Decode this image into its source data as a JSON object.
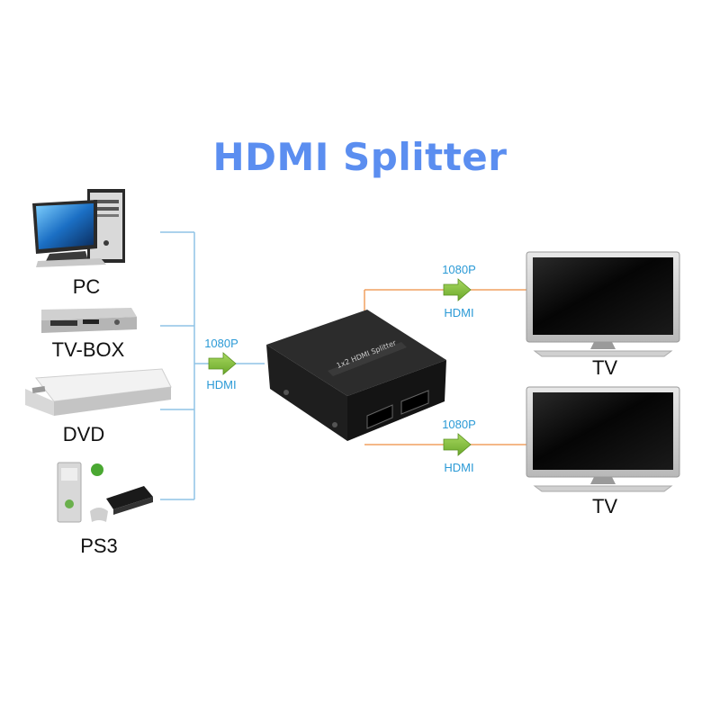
{
  "title": "HDMI Splitter",
  "sources": [
    {
      "label": "PC",
      "icon": "pc-icon"
    },
    {
      "label": "TV-BOX",
      "icon": "tv-box-icon"
    },
    {
      "label": "DVD",
      "icon": "dvd-player-icon"
    },
    {
      "label": "PS3",
      "icon": "game-console-icon"
    }
  ],
  "input_signal": {
    "resolution": "1080P",
    "type": "HDMI"
  },
  "outputs": [
    {
      "label": "TV",
      "resolution": "1080P",
      "type": "HDMI",
      "icon": "tv-icon"
    },
    {
      "label": "TV",
      "resolution": "1080P",
      "type": "HDMI",
      "icon": "tv-icon"
    }
  ],
  "splitter": {
    "print": "1x2 HDMI Splitter",
    "icon": "hdmi-splitter-icon"
  },
  "colors": {
    "title": "#5b8ef0",
    "input_line": "#8fc3e6",
    "output_line": "#f0a060",
    "arrow": "#8dc63f",
    "signal_text": "#2b9ad6"
  }
}
